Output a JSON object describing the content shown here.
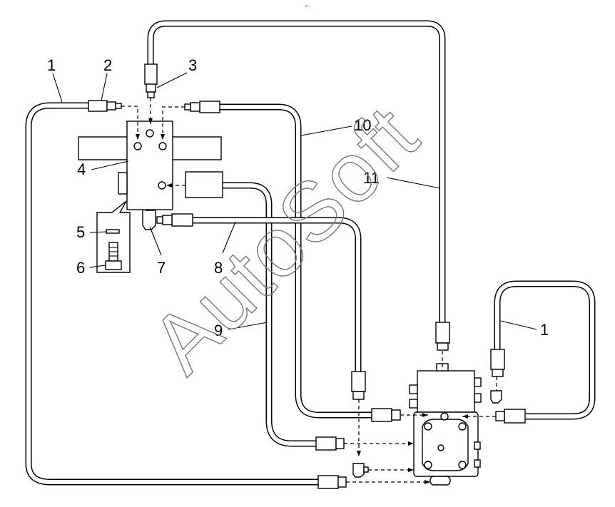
{
  "callouts": {
    "c1_left": "1",
    "c2": "2",
    "c3": "3",
    "c4": "4",
    "c5": "5",
    "c6": "6",
    "c7": "7",
    "c8": "8",
    "c9": "9",
    "c10": "10",
    "c11": "11",
    "c1_right": "1"
  },
  "watermark": "AutoSoft",
  "header_mark": "–≤ −"
}
